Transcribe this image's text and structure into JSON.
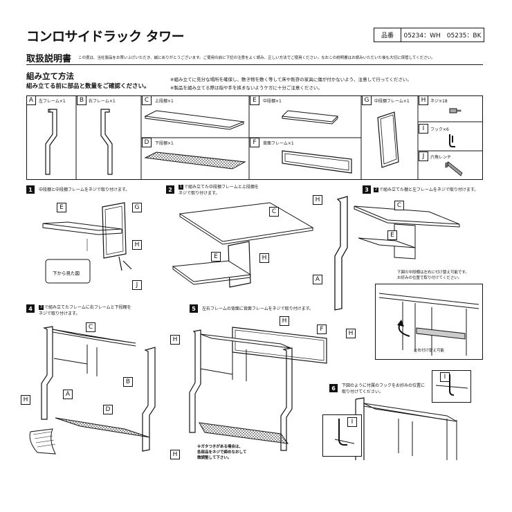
{
  "header": {
    "title": "コンロサイドラック タワー",
    "model_label": "品番",
    "model_value": "05234：WH　05235：BK"
  },
  "manual": {
    "title": "取扱説明書",
    "note": "この度は、当社製品をお買い上げいただき、誠にありがとうございます。ご使用の前に下記の注意をよく読み、正しい方法でご使用ください。なおこの説明書はお読みいただいた後も大切に保管してください。"
  },
  "assembly": {
    "title": "組み立て方法",
    "subtitle": "組み立てる前に部品と数量をご確認ください。",
    "notes": [
      "※組み立てに充分な場所を確保し、敷き物を敷く等して床や既存の家具に傷が付かないよう、注意して行ってください。",
      "※製品を組み立てる際は指や手を挟まないようケガに十分ご注意ください。"
    ]
  },
  "parts": [
    {
      "letter": "A",
      "name": "左フレーム×1"
    },
    {
      "letter": "B",
      "name": "右フレーム×1"
    },
    {
      "letter": "C",
      "name": "上段棚×1"
    },
    {
      "letter": "D",
      "name": "下段棚×1"
    },
    {
      "letter": "E",
      "name": "中段棚×1"
    },
    {
      "letter": "F",
      "name": "背面フレーム×1"
    },
    {
      "letter": "G",
      "name": "中段棚フレーム×1"
    },
    {
      "letter": "H",
      "name": "ネジ×18"
    },
    {
      "letter": "I",
      "name": "フック×6"
    },
    {
      "letter": "J",
      "name": "六角レンチ"
    }
  ],
  "steps": [
    {
      "num": "1",
      "text1": "中段棚と中段棚フレームをネジで取り付けます。",
      "text2": "",
      "callout": "下から見た図"
    },
    {
      "num": "2",
      "ref": "1",
      "text1": "で組み立てた中段棚フレームと上段棚を",
      "text2": "ネジで取り付けます。"
    },
    {
      "num": "3",
      "ref": "2",
      "text1": "で組み立てた棚と左フレームをネジで取り付けます。",
      "text2": "",
      "callout1": "下図の中段棚は左右に付け替え可能です。",
      "callout2": "お好みの位置で取り付けてください。",
      "callout3": "左右付け替え可能"
    },
    {
      "num": "4",
      "ref": "3",
      "text1": "で組み立てたフレームに右フレームと下段棚を",
      "text2": "ネジで取り付けます。"
    },
    {
      "num": "5",
      "text1": "左右フレームの背面に背面フレームをネジで取り付けます。",
      "text2": "",
      "warn1": "※ガタつきがある場合は、",
      "warn2": "各部品をネジで締めなおして",
      "warn3": "微調整して下さい。"
    },
    {
      "num": "6",
      "text1": "下図のように付属のフックをお好みの位置に",
      "text2": "取り付けてください。"
    }
  ]
}
